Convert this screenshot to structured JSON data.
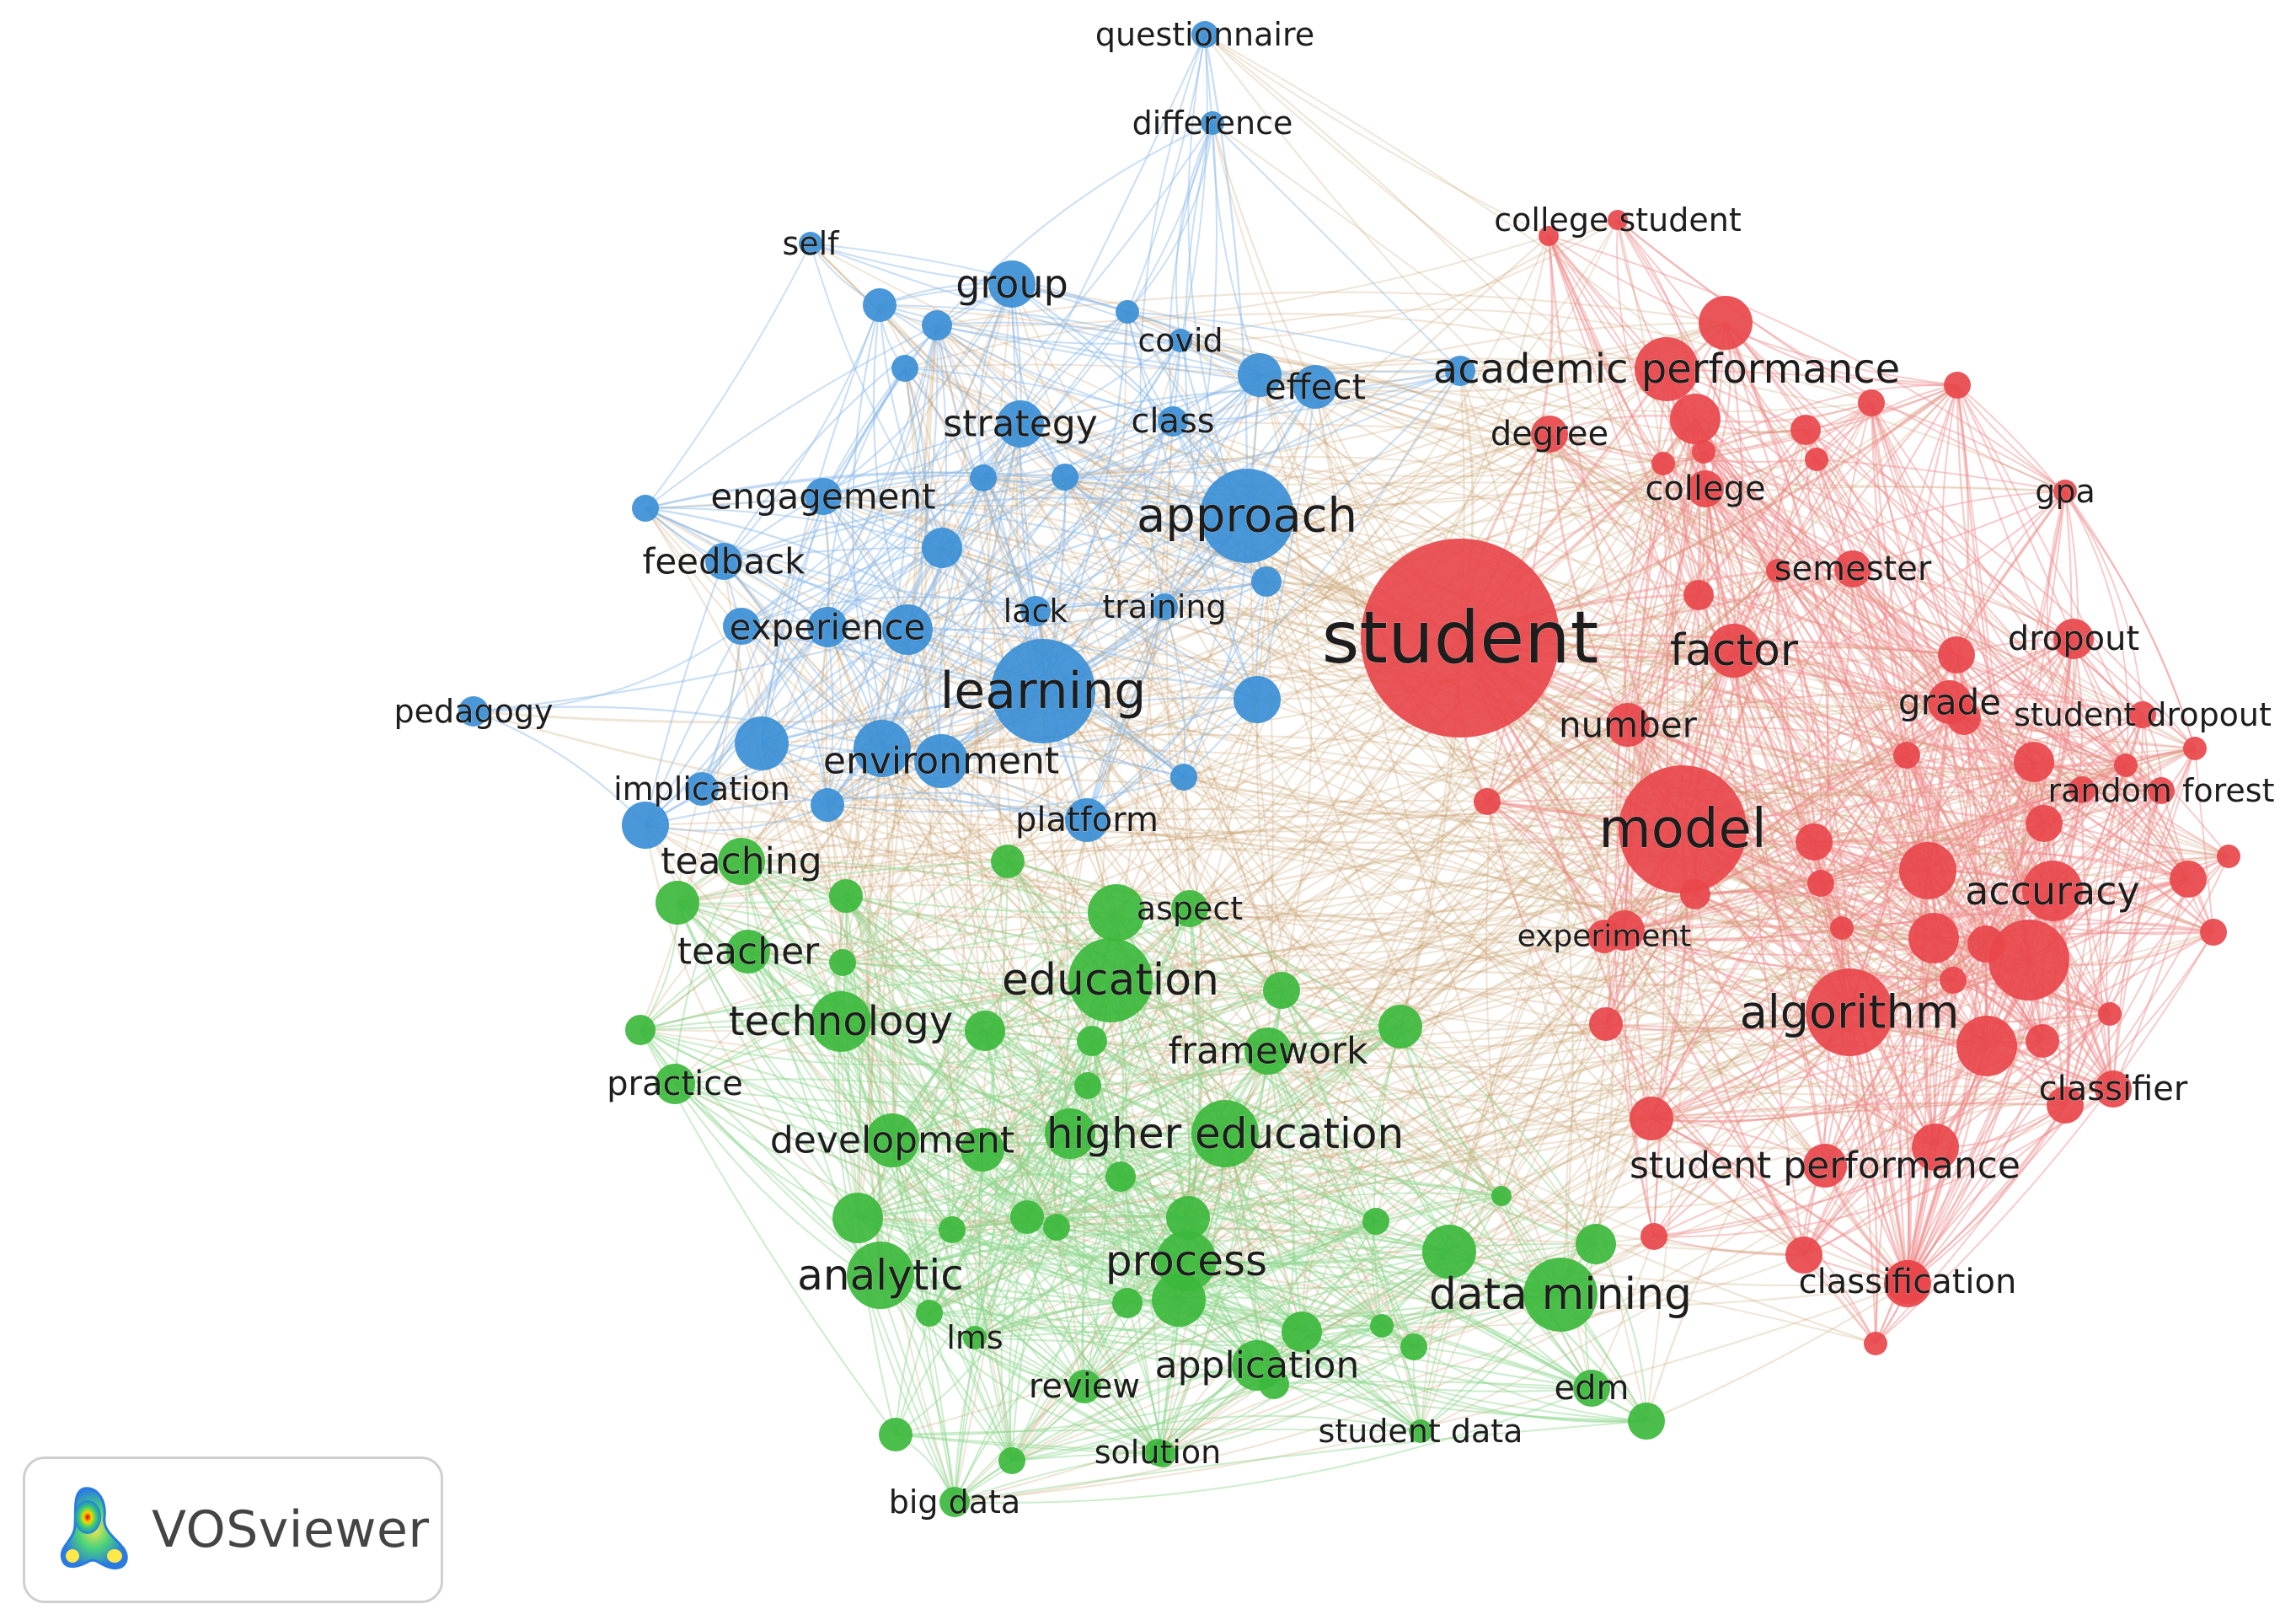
{
  "app": {
    "name": "VOSviewer"
  },
  "colors": {
    "cluster_red": "#e8474b",
    "cluster_blue": "#3b8fd6",
    "cluster_green": "#3cb83c",
    "edge_red": "#f08a8a",
    "edge_blue": "#8ab8e8",
    "edge_green": "#8fd68f",
    "edge_mixed": "#c8a070"
  },
  "clusters": [
    {
      "id": "red",
      "color": "#e8474b"
    },
    {
      "id": "blue",
      "color": "#3b8fd6"
    },
    {
      "id": "green",
      "color": "#3cb83c"
    }
  ],
  "terms": [
    {
      "id": "student",
      "label": "student",
      "cluster": "red",
      "weight": 100
    },
    {
      "id": "model",
      "label": "model",
      "cluster": "red",
      "weight": 62
    },
    {
      "id": "algorithm",
      "label": "algorithm",
      "cluster": "red",
      "weight": 40
    },
    {
      "id": "academic_performance",
      "label": "academic performance",
      "cluster": "red",
      "weight": 32
    },
    {
      "id": "factor",
      "label": "factor",
      "cluster": "red",
      "weight": 30
    },
    {
      "id": "accuracy",
      "label": "accuracy",
      "cluster": "red",
      "weight": 28
    },
    {
      "id": "student_performance",
      "label": "student performance",
      "cluster": "red",
      "weight": 22
    },
    {
      "id": "classifier",
      "label": "classifier",
      "cluster": "red",
      "weight": 18
    },
    {
      "id": "classification",
      "label": "classification",
      "cluster": "red",
      "weight": 18
    },
    {
      "id": "dropout",
      "label": "dropout",
      "cluster": "red",
      "weight": 18
    },
    {
      "id": "grade",
      "label": "grade",
      "cluster": "red",
      "weight": 20
    },
    {
      "id": "student_dropout",
      "label": "student dropout",
      "cluster": "red",
      "weight": 14
    },
    {
      "id": "random_forest",
      "label": "random forest",
      "cluster": "red",
      "weight": 14
    },
    {
      "id": "semester",
      "label": "semester",
      "cluster": "red",
      "weight": 16
    },
    {
      "id": "gpa",
      "label": "gpa",
      "cluster": "red",
      "weight": 14
    },
    {
      "id": "college",
      "label": "college",
      "cluster": "red",
      "weight": 18
    },
    {
      "id": "degree",
      "label": "degree",
      "cluster": "red",
      "weight": 18
    },
    {
      "id": "number",
      "label": "number",
      "cluster": "red",
      "weight": 20
    },
    {
      "id": "experiment",
      "label": "experiment",
      "cluster": "red",
      "weight": 16
    },
    {
      "id": "college_student",
      "label": "college student",
      "cluster": "red",
      "weight": 12
    },
    {
      "id": "approach",
      "label": "approach",
      "cluster": "blue",
      "weight": 36
    },
    {
      "id": "learning",
      "label": "learning",
      "cluster": "blue",
      "weight": 40
    },
    {
      "id": "environment",
      "label": "environment",
      "cluster": "blue",
      "weight": 22
    },
    {
      "id": "group",
      "label": "group",
      "cluster": "blue",
      "weight": 20
    },
    {
      "id": "strategy",
      "label": "strategy",
      "cluster": "blue",
      "weight": 20
    },
    {
      "id": "effect",
      "label": "effect",
      "cluster": "blue",
      "weight": 18
    },
    {
      "id": "class",
      "label": "class",
      "cluster": "blue",
      "weight": 14
    },
    {
      "id": "covid",
      "label": "covid",
      "cluster": "blue",
      "weight": 14
    },
    {
      "id": "engagement",
      "label": "engagement",
      "cluster": "blue",
      "weight": 18
    },
    {
      "id": "feedback",
      "label": "feedback",
      "cluster": "blue",
      "weight": 16
    },
    {
      "id": "experience",
      "label": "experience",
      "cluster": "blue",
      "weight": 18
    },
    {
      "id": "lack",
      "label": "lack",
      "cluster": "blue",
      "weight": 14
    },
    {
      "id": "training",
      "label": "training",
      "cluster": "blue",
      "weight": 14
    },
    {
      "id": "pedagogy",
      "label": "pedagogy",
      "cluster": "blue",
      "weight": 14
    },
    {
      "id": "implication",
      "label": "implication",
      "cluster": "blue",
      "weight": 16
    },
    {
      "id": "platform",
      "label": "platform",
      "cluster": "blue",
      "weight": 18
    },
    {
      "id": "self",
      "label": "self",
      "cluster": "blue",
      "weight": 12
    },
    {
      "id": "questionnaire",
      "label": "questionnaire",
      "cluster": "blue",
      "weight": 12
    },
    {
      "id": "difference",
      "label": "difference",
      "cluster": "blue",
      "weight": 12
    },
    {
      "id": "education",
      "label": "education",
      "cluster": "green",
      "weight": 30
    },
    {
      "id": "higher_education",
      "label": "higher education",
      "cluster": "green",
      "weight": 26
    },
    {
      "id": "technology",
      "label": "technology",
      "cluster": "green",
      "weight": 24
    },
    {
      "id": "data_mining",
      "label": "data mining",
      "cluster": "green",
      "weight": 26
    },
    {
      "id": "analytic",
      "label": "analytic",
      "cluster": "green",
      "weight": 26
    },
    {
      "id": "process",
      "label": "process",
      "cluster": "green",
      "weight": 24
    },
    {
      "id": "development",
      "label": "development",
      "cluster": "green",
      "weight": 20
    },
    {
      "id": "teaching",
      "label": "teaching",
      "cluster": "green",
      "weight": 20
    },
    {
      "id": "teacher",
      "label": "teacher",
      "cluster": "green",
      "weight": 20
    },
    {
      "id": "framework",
      "label": "framework",
      "cluster": "green",
      "weight": 20
    },
    {
      "id": "practice",
      "label": "practice",
      "cluster": "green",
      "weight": 18
    },
    {
      "id": "aspect",
      "label": "aspect",
      "cluster": "green",
      "weight": 16
    },
    {
      "id": "application",
      "label": "application",
      "cluster": "green",
      "weight": 20
    },
    {
      "id": "review",
      "label": "review",
      "cluster": "green",
      "weight": 16
    },
    {
      "id": "lms",
      "label": "lms",
      "cluster": "green",
      "weight": 14
    },
    {
      "id": "solution",
      "label": "solution",
      "cluster": "green",
      "weight": 14
    },
    {
      "id": "big_data",
      "label": "big data",
      "cluster": "green",
      "weight": 14
    },
    {
      "id": "student_data",
      "label": "student data",
      "cluster": "green",
      "weight": 14
    },
    {
      "id": "edm",
      "label": "edm",
      "cluster": "green",
      "weight": 16
    }
  ]
}
